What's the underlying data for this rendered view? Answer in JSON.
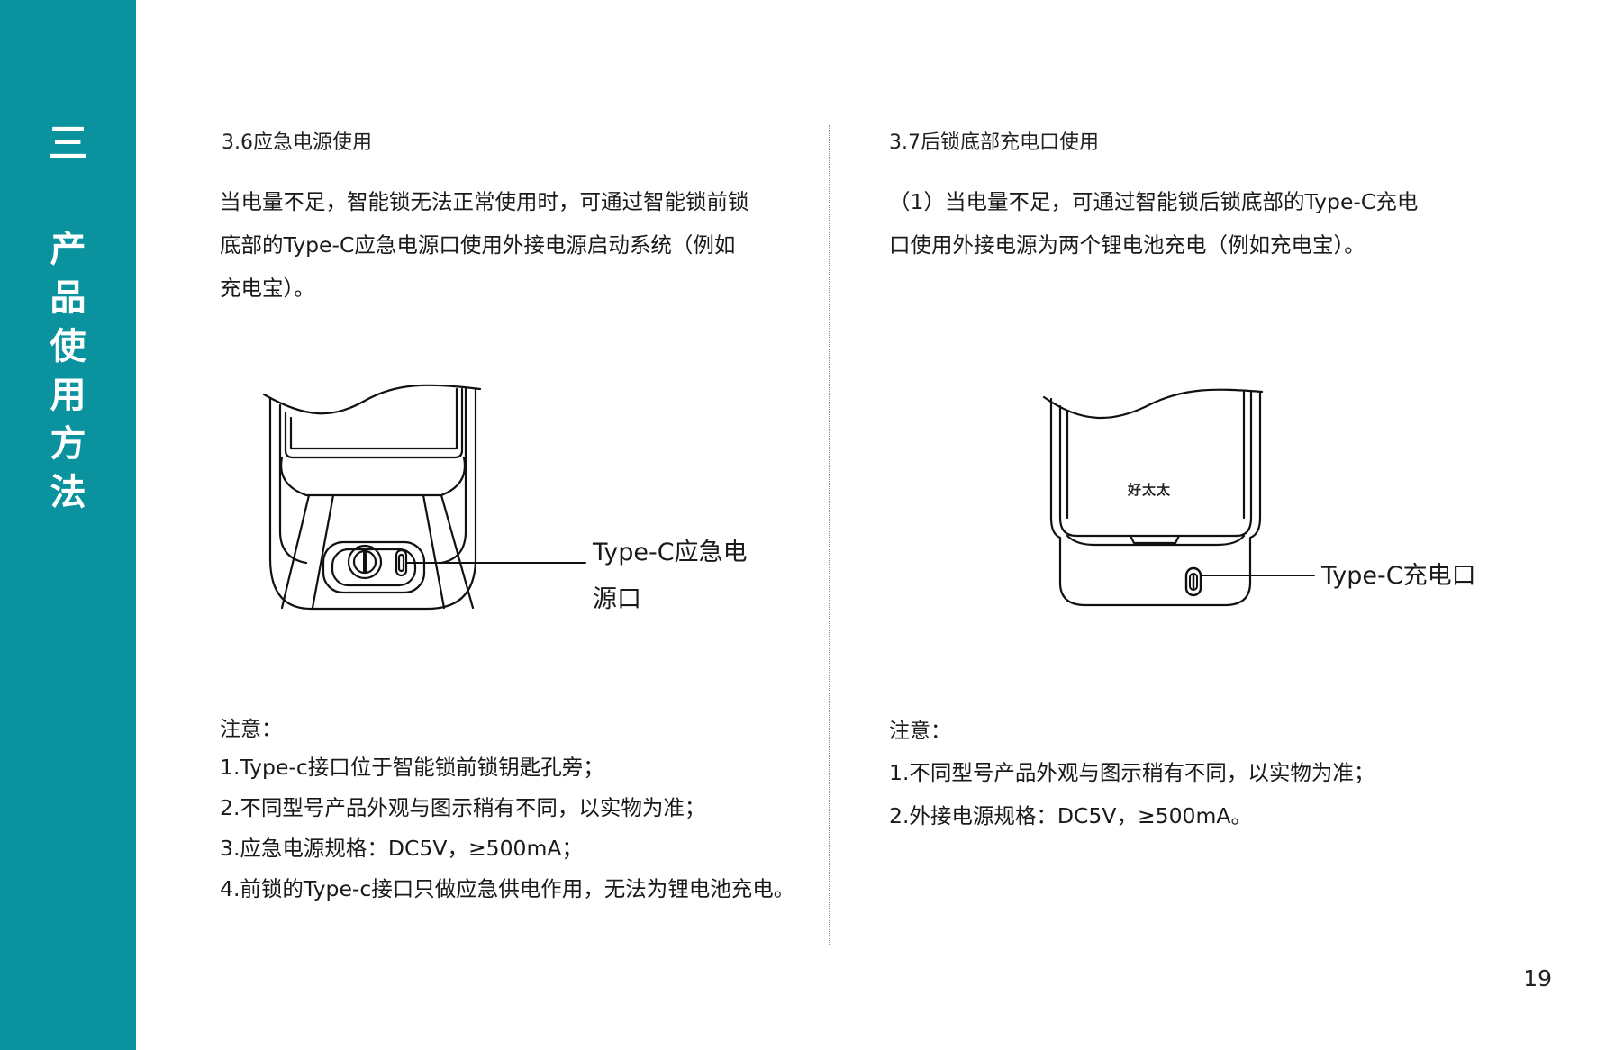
{
  "sidebar": {
    "chapter_number": "三",
    "chapter_title_chars": [
      "产",
      "品",
      "使",
      "用",
      "方",
      "法"
    ],
    "color": "#0a939e"
  },
  "left": {
    "title": "3.6应急电源使用",
    "paragraph_lines": [
      "当电量不足，智能锁无法正常使用时，可通过智能锁前锁",
      "底部的Type-C应急电源口使用外接电源启动系统（例如",
      "充电宝）。"
    ],
    "callout_lines": [
      "Type-C应急电",
      "源口"
    ],
    "note_heading": "注意：",
    "notes": [
      "1.Type-c接口位于智能锁前锁钥匙孔旁；",
      "2.不同型号产品外观与图示稍有不同，以实物为准；",
      "3.应急电源规格：DC5V，≥500mA；",
      "4.前锁的Type-c接口只做应急供电作用，无法为锂电池充电。"
    ]
  },
  "right": {
    "title": "3.7后锁底部充电口使用",
    "paragraph_lines": [
      "（1）当电量不足，可通过智能锁后锁底部的Type-C充电",
      "口使用外接电源为两个锂电池充电（例如充电宝）。"
    ],
    "logo_text": "好太太",
    "callout_lines": [
      "Type-C充电口"
    ],
    "note_heading": "注意：",
    "notes": [
      "1.不同型号产品外观与图示稍有不同，以实物为准；",
      "2.外接电源规格：DC5V，≥500mA。"
    ]
  },
  "page_number": "19"
}
